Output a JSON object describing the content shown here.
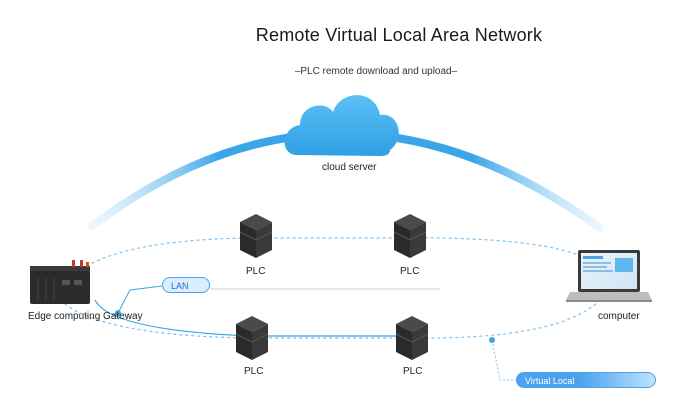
{
  "diagram": {
    "title": "Remote Virtual Local Area Network",
    "subtitle": "–PLC remote download and upload–",
    "cloud_label": "cloud server",
    "plc_labels": [
      "PLC",
      "PLC",
      "PLC",
      "PLC"
    ],
    "lan_label": "LAN",
    "gateway_label": "Edge computing Gateway",
    "computer_label": "computer",
    "vlan_label": "Virtual Local"
  },
  "colors": {
    "arc": "#3aa6e8",
    "cloud": "#3daeef",
    "dashed": "#7fc0f0",
    "device": "#2b2b2b"
  }
}
